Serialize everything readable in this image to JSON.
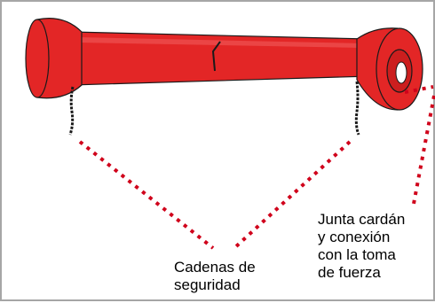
{
  "labels": {
    "safety_chains": [
      "Cadenas de",
      "seguridad"
    ],
    "pto_joint": [
      "Junta cardán",
      "y conexión",
      "con la toma",
      "de fuerza"
    ]
  },
  "colors": {
    "shaft_red": "#e32626",
    "outline": "#1a1a1a",
    "leader_dots": "#d0021b",
    "frame_border": "#a6a6a6"
  }
}
